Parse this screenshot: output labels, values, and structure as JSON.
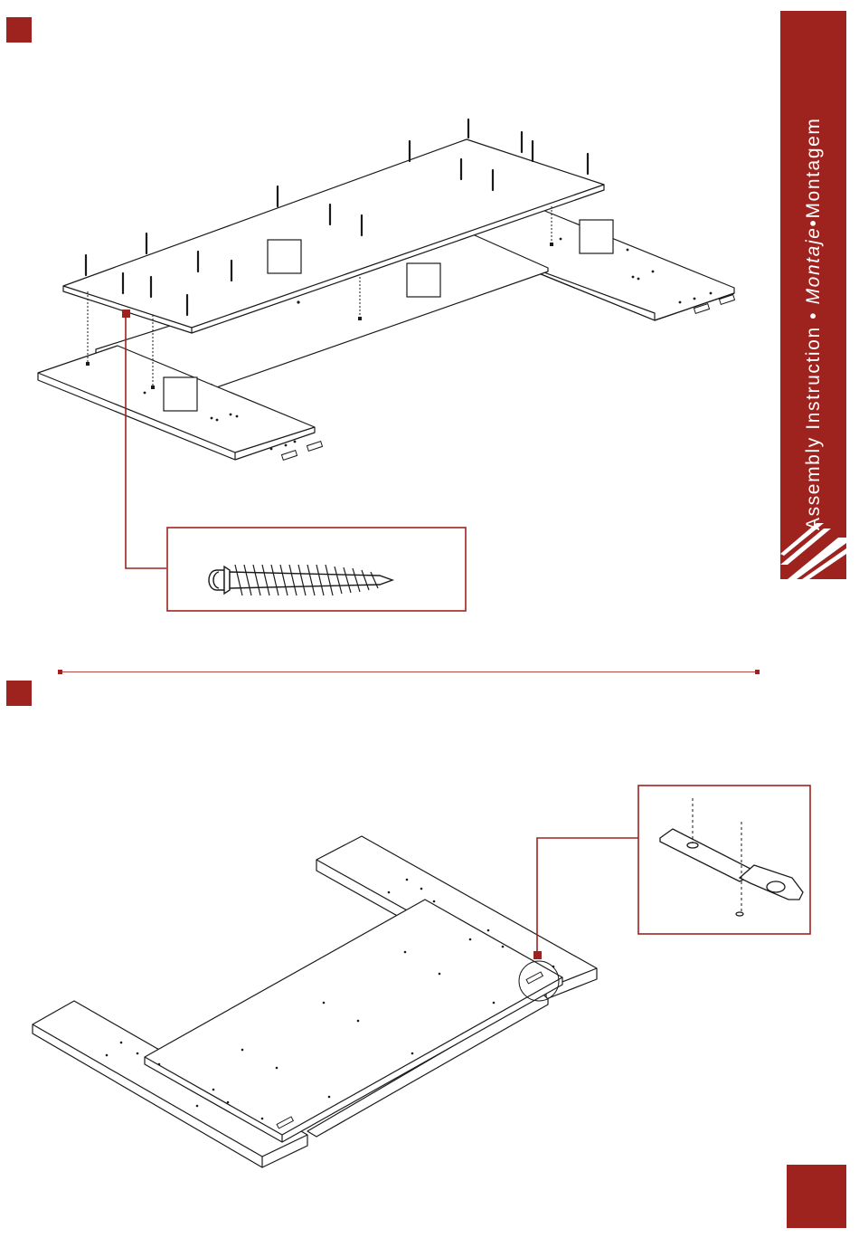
{
  "header": {
    "side_title_part1": "Assembly Instruction",
    "side_separator_1": " • ",
    "side_title_part2": "Montaje",
    "side_separator_2": "•",
    "side_title_part3": "Montagem"
  },
  "colors": {
    "brand": "#9e231f",
    "line": "#1a1a1a"
  },
  "steps": [
    {
      "marker_icon": "step-marker-square"
    },
    {
      "marker_icon": "step-marker-square"
    }
  ],
  "figures": {
    "step1": {
      "description_icon": "exploded-assembly-screws",
      "detail_icon": "screw-icon"
    },
    "step2": {
      "description_icon": "assembled-frame-topview",
      "detail_icon": "bracket-icon"
    }
  }
}
